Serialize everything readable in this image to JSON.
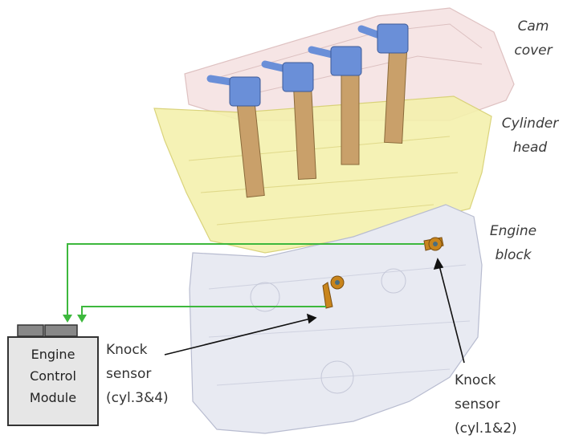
{
  "labels": {
    "cam_cover": [
      "Cam",
      "cover"
    ],
    "cylinder_head": [
      "Cylinder",
      "head"
    ],
    "engine_block": [
      "Engine",
      "block"
    ],
    "knock_sensor_left": [
      "Knock",
      "sensor",
      "(cyl.3&4)"
    ],
    "knock_sensor_right": [
      "Knock",
      "sensor",
      "(cyl.1&2)"
    ],
    "ecm": [
      "Engine",
      "Control",
      "Module"
    ]
  },
  "colors": {
    "signal_wire": "#3db83d",
    "cam_cover": "#f4dede",
    "cylinder_head": "#f3f0a8",
    "engine_block": "#e4e6f0",
    "ignition_coil": "#6a8fd8",
    "knock_sensor": "#c9851c",
    "ecm_connector": "#888888"
  }
}
